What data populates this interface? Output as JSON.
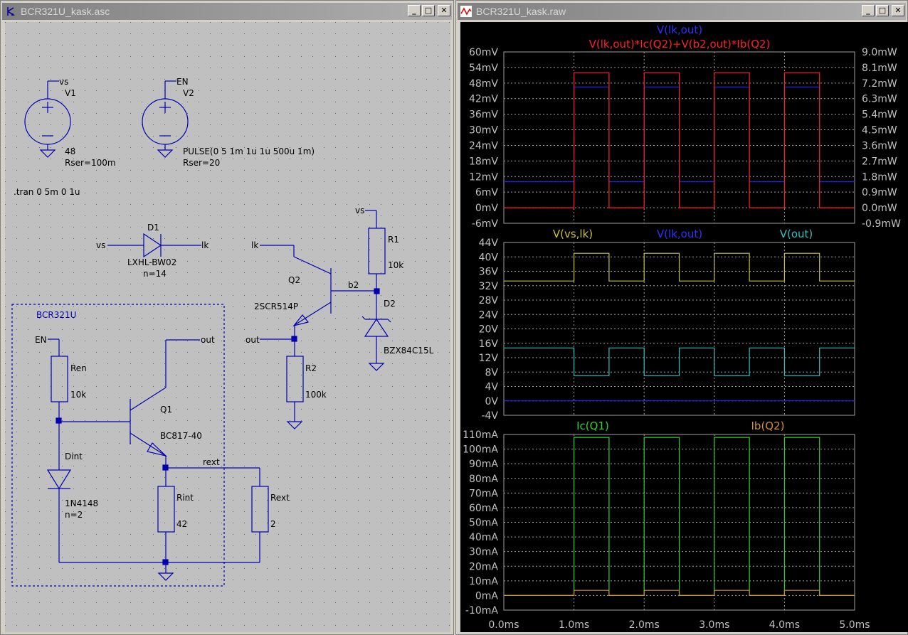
{
  "schematic": {
    "title": "BCR321U_kask.asc",
    "labels": {
      "vs1": "vs",
      "v1": "V1",
      "v1_val": "48",
      "v1_rser": "Rser=100m",
      "en1": "EN",
      "v2": "V2",
      "v2_val": "PULSE(0 5 1m 1u 1u 500u 1m)",
      "v2_rser": "Rser=20",
      "tran": ".tran 0 5m 0 1u",
      "d1": "D1",
      "d1_vs": "vs",
      "d1_lk": "lk",
      "d1_model": "LXHL-BW02",
      "d1_n": "n=14",
      "q2_lk": "lk",
      "q2": "Q2",
      "b2": "b2",
      "q2_model": "2SCR514P",
      "r1_vs": "vs",
      "r1": "R1",
      "r1_val": "10k",
      "d2": "D2",
      "d2_model": "BZX84C15L",
      "out2": "out",
      "r2": "R2",
      "r2_val": "100k",
      "block": "BCR321U",
      "en2": "EN",
      "out1": "out",
      "ren": "Ren",
      "ren_val": "10k",
      "q1": "Q1",
      "q1_model": "BC817-40",
      "dint": "Dint",
      "dint_model": "1N4148",
      "dint_n": "n=2",
      "rext_net": "rext",
      "rint": "Rint",
      "rint_val": "42",
      "rext": "Rext",
      "rext_val": "2"
    }
  },
  "waveform": {
    "title": "BCR321U_kask.raw",
    "colors": {
      "bg": "#000000",
      "grid": "#a0a0a0",
      "red": "#ff2020",
      "blue": "#2020ff",
      "yellow": "#c8c040",
      "cyan": "#30c0c0",
      "green": "#30d030",
      "orange": "#d09030"
    },
    "pane1": {
      "trace_label_1": "V(lk,out)",
      "trace_label_2": "V(lk,out)*Ic(Q2)+V(b2,out)*Ib(Q2)",
      "left_ticks": [
        "60mV",
        "54mV",
        "48mV",
        "42mV",
        "36mV",
        "30mV",
        "24mV",
        "18mV",
        "12mV",
        "6mV",
        "0mV",
        "-6mV"
      ],
      "right_ticks": [
        "9.0mW",
        "8.1mW",
        "7.2mW",
        "6.3mW",
        "5.4mW",
        "4.5mW",
        "3.6mW",
        "2.7mW",
        "1.8mW",
        "0.9mW",
        "0.0mW",
        "-0.9mW"
      ],
      "left_range": [
        -6,
        60
      ],
      "right_range": [
        -0.9,
        9.0
      ],
      "series": [
        {
          "name": "V(lk,out)",
          "axis": "left",
          "high": 46.5,
          "low": 10,
          "color_key": "blue"
        },
        {
          "name": "V(lk,out)*Ic(Q2)+V(b2,out)*Ib(Q2)",
          "axis": "right",
          "high": 7.8,
          "low": 0,
          "color_key": "red"
        }
      ]
    },
    "pane2": {
      "trace_label_1": "V(vs,lk)",
      "trace_label_2": "V(lk,out)",
      "trace_label_3": "V(out)",
      "left_ticks": [
        "44V",
        "40V",
        "36V",
        "32V",
        "28V",
        "24V",
        "20V",
        "16V",
        "12V",
        "8V",
        "4V",
        "0V",
        "-4V"
      ],
      "left_range": [
        -4,
        44
      ],
      "series": [
        {
          "name": "V(vs,lk)",
          "high": 41,
          "low": 33.3,
          "color_key": "yellow"
        },
        {
          "name": "V(out)",
          "high": 7,
          "low": 14.7,
          "color_key": "cyan"
        },
        {
          "name": "V(lk,out)",
          "high": 0.05,
          "low": 0.01,
          "color_key": "blue"
        }
      ]
    },
    "pane3": {
      "trace_label_1": "Ic(Q1)",
      "trace_label_2": "Ib(Q2)",
      "left_ticks": [
        "110mA",
        "100mA",
        "90mA",
        "80mA",
        "70mA",
        "60mA",
        "50mA",
        "40mA",
        "30mA",
        "20mA",
        "10mA",
        "0mA",
        "-10mA"
      ],
      "left_range": [
        -10,
        110
      ],
      "series": [
        {
          "name": "Ic(Q1)",
          "high": 108,
          "low": 0,
          "color_key": "green"
        },
        {
          "name": "Ib(Q2)",
          "high": 3.5,
          "low": 0,
          "color_key": "orange"
        }
      ]
    },
    "x_ticks": [
      "0.0ms",
      "1.0ms",
      "2.0ms",
      "3.0ms",
      "4.0ms",
      "5.0ms"
    ],
    "x_range": [
      0,
      5
    ],
    "pulse_periods_ms": [
      [
        1.0,
        1.5
      ],
      [
        2.0,
        2.5
      ],
      [
        3.0,
        3.5
      ],
      [
        4.0,
        4.5
      ]
    ]
  }
}
